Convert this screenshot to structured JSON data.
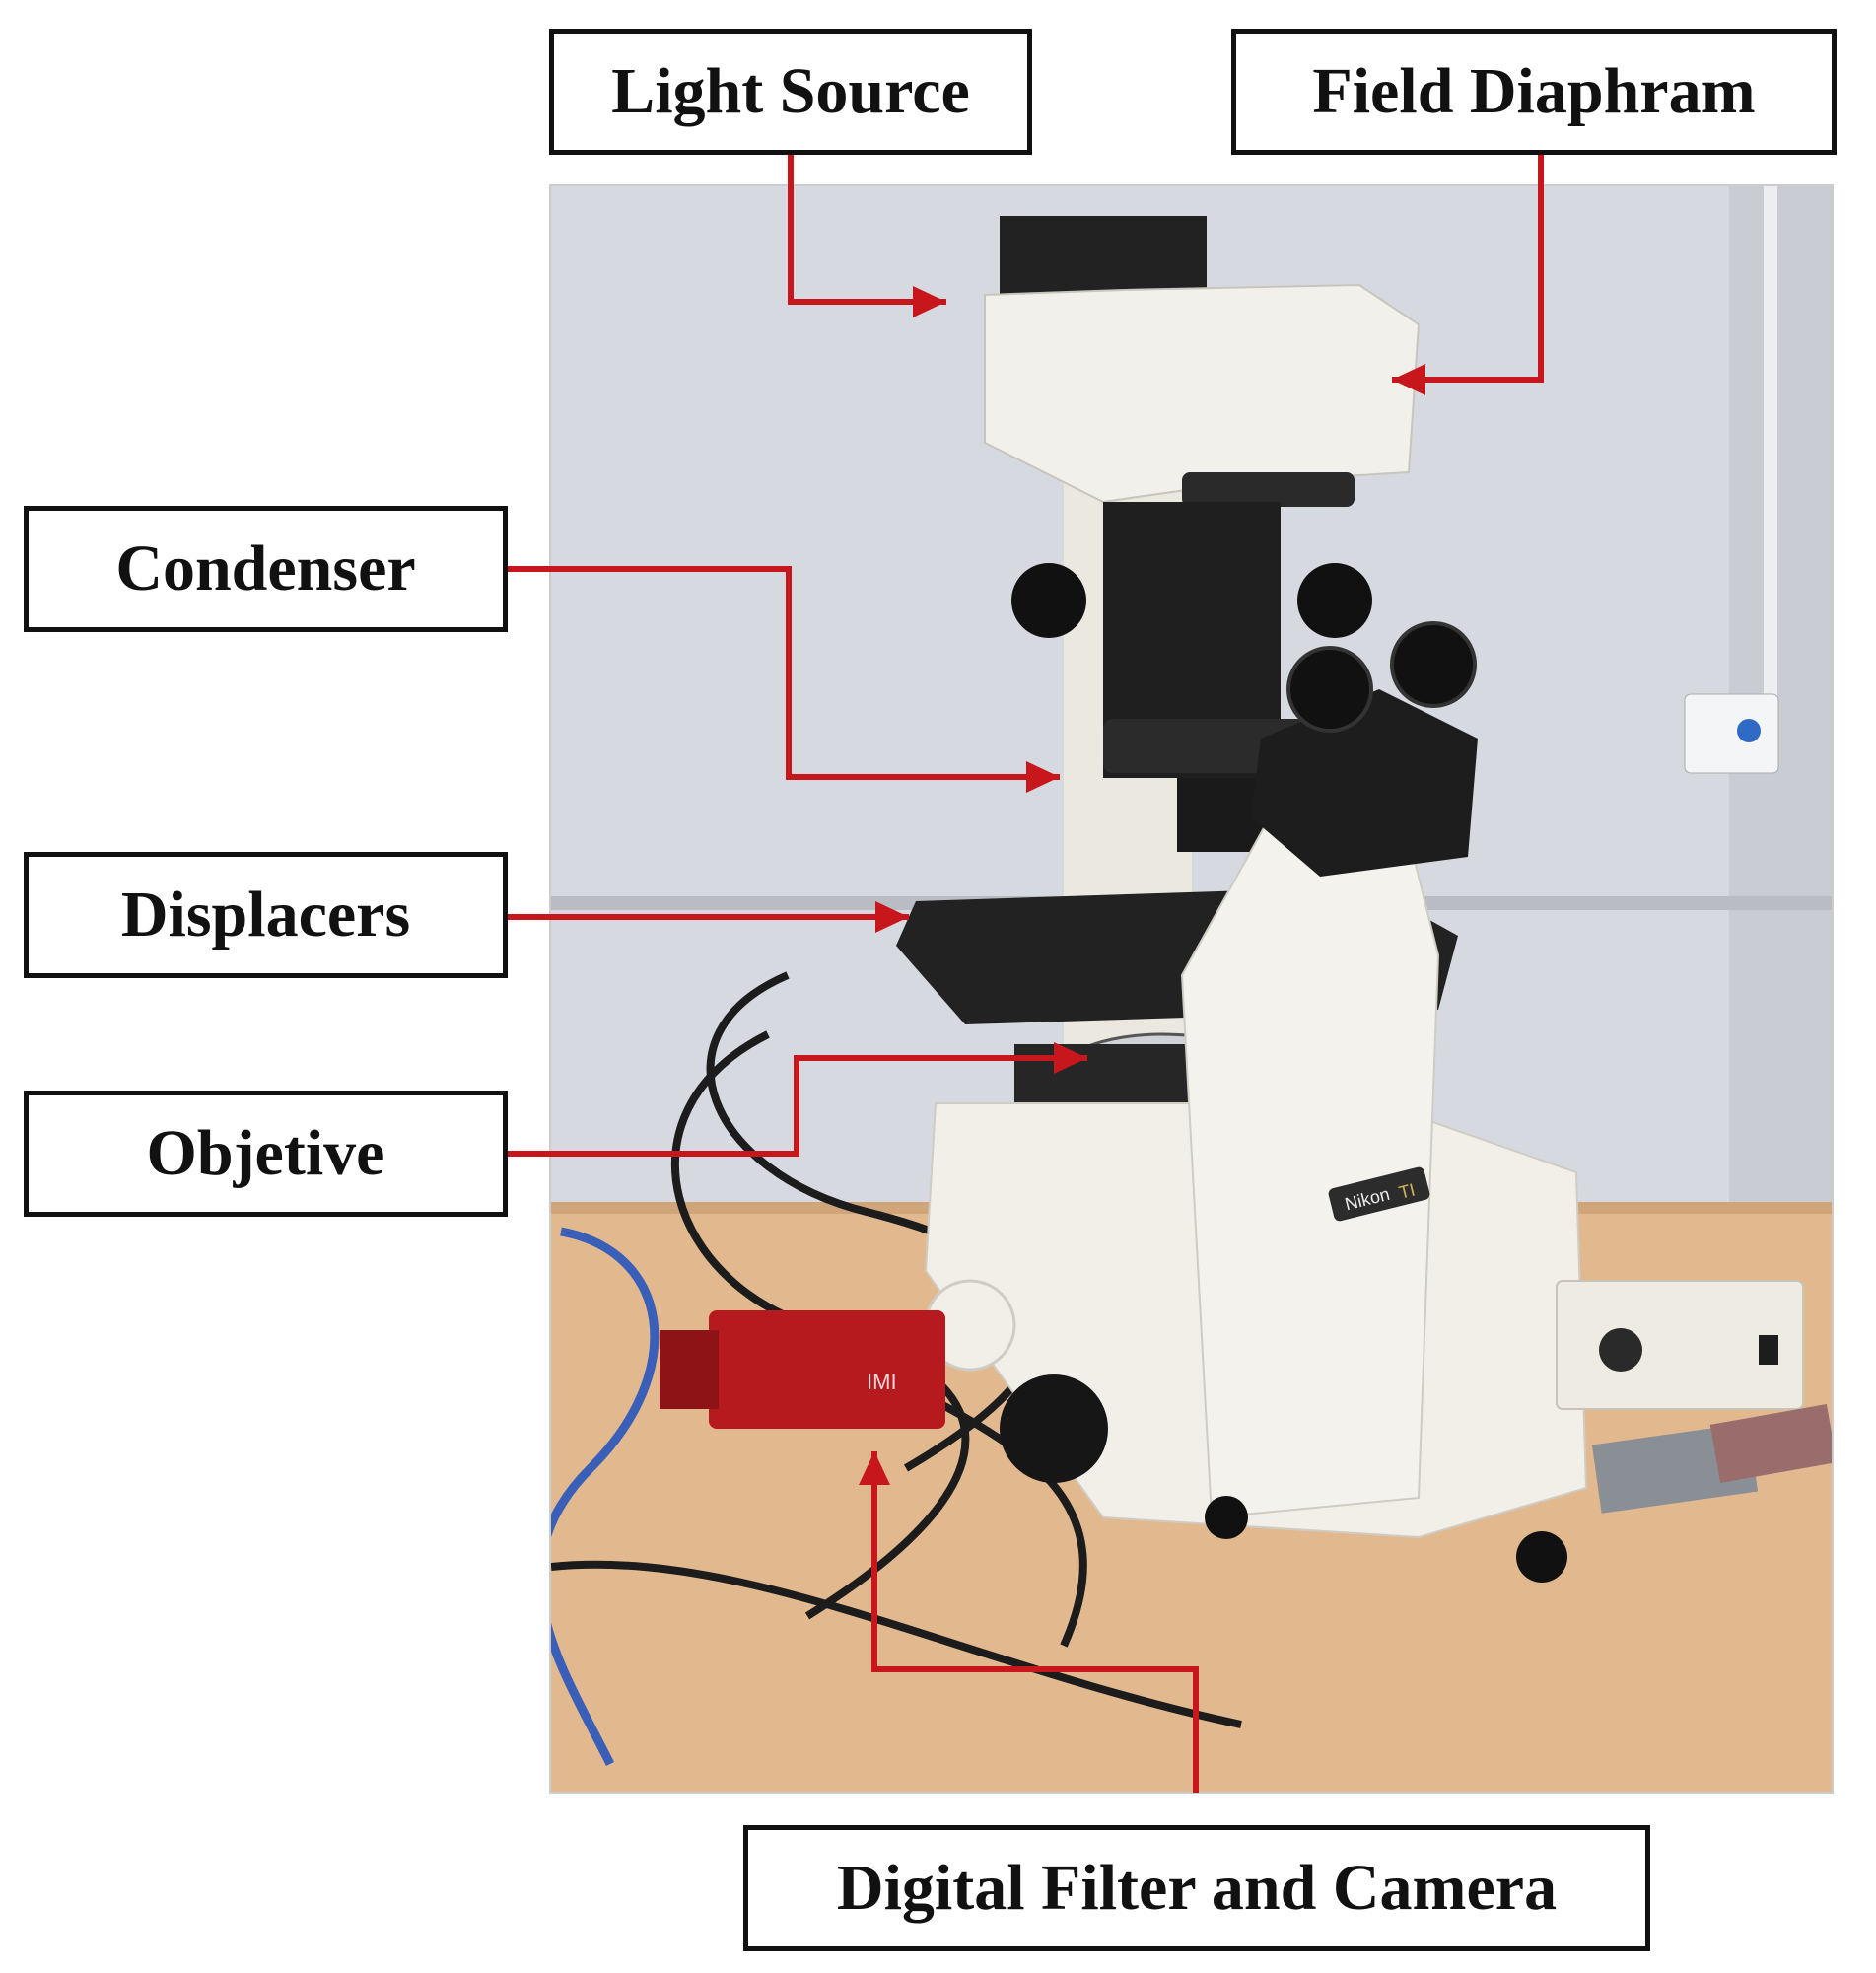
{
  "labels": {
    "light_source": "Light Source",
    "field_diaphram": "Field Diaphram",
    "condenser": "Condenser",
    "displacers": "Displacers",
    "objetive": "Objetive",
    "digital_filter_camera": "Digital Filter and Camera"
  },
  "device_text": {
    "brand": "Nikon",
    "model": "TI",
    "camera_brand": "IMI"
  },
  "colors": {
    "arrow": "#c8161d",
    "wall": "#d6d9df",
    "table": "#e2b98f",
    "microscope_body": "#f1efe8",
    "camera": "#b61a1f"
  }
}
